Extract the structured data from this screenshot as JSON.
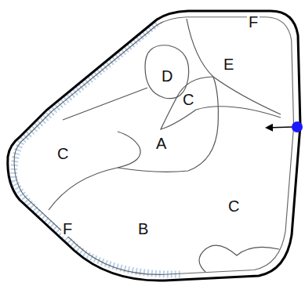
{
  "diagram": {
    "labels": [
      "F",
      "D",
      "E",
      "C",
      "C",
      "A",
      "C",
      "F",
      "B"
    ]
  }
}
